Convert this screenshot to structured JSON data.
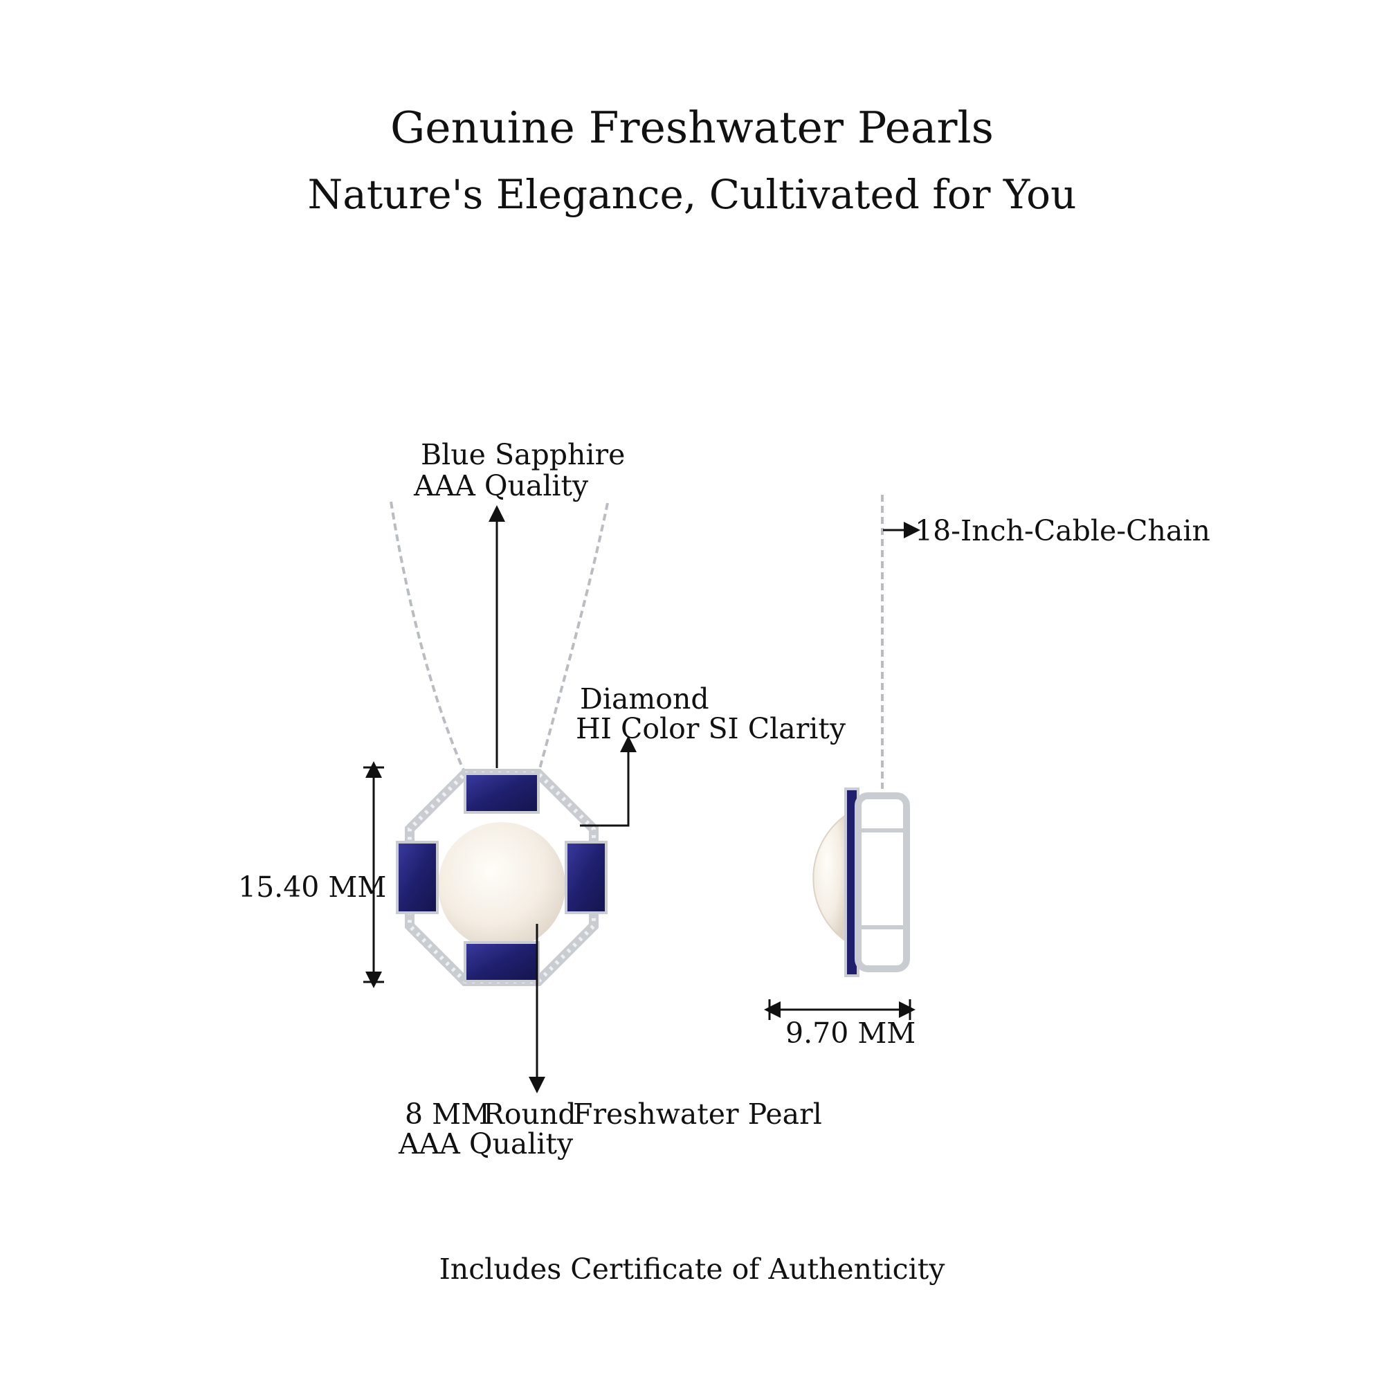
{
  "header": {
    "title": "Genuine Freshwater Pearls",
    "subtitle": "Nature's Elegance, Cultivated for You"
  },
  "callouts": {
    "sapphire": {
      "name": "Blue Sapphire",
      "quality": "AAA Quality"
    },
    "diamond": {
      "name": "Diamond",
      "quality": "HI Color SI Clarity"
    },
    "pearl": {
      "size": "8 MM",
      "shape": "Round",
      "name": "Freshwater Pearl",
      "quality": "AAA Quality"
    },
    "chain": {
      "label": "18-Inch-Cable-Chain"
    }
  },
  "dimensions": {
    "height": "15.40 MM",
    "depth": "9.70 MM"
  },
  "footer": {
    "note": "Includes Certificate of Authenticity"
  },
  "colors": {
    "sapphire": "#1f1f6e",
    "pearl": "#f7f1ea",
    "metal": "#c9ccd1",
    "text": "#111111"
  }
}
